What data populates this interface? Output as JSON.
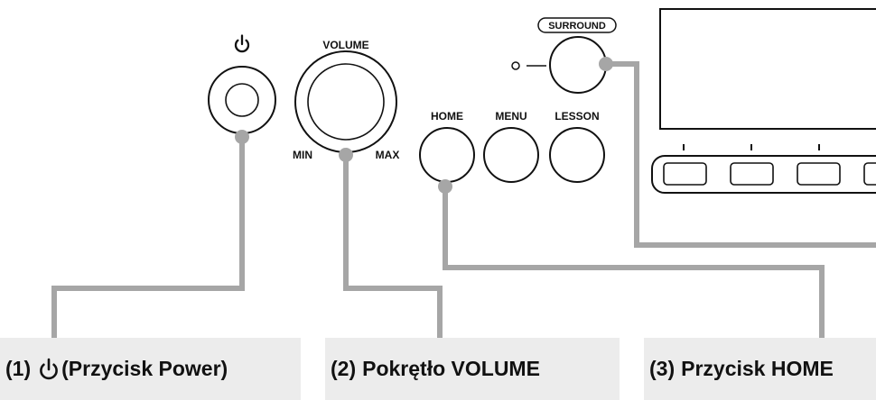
{
  "device": {
    "power_label": "⏻",
    "volume": {
      "label": "VOLUME",
      "min_label": "MIN",
      "max_label": "MAX"
    },
    "surround_label": "SURROUND",
    "buttons": [
      {
        "label": "HOME"
      },
      {
        "label": "MENU"
      },
      {
        "label": "LESSON"
      }
    ]
  },
  "callouts": [
    {
      "number": "(1)",
      "icon": "power-icon",
      "text": "(Przycisk Power)"
    },
    {
      "number": "(2)",
      "text": "Pokrętło VOLUME"
    },
    {
      "number": "(3)",
      "text": "Przycisk HOME"
    }
  ],
  "colors": {
    "leader_line": "#a6a6a6",
    "callout_bg": "#ececec",
    "ink": "#111111"
  }
}
